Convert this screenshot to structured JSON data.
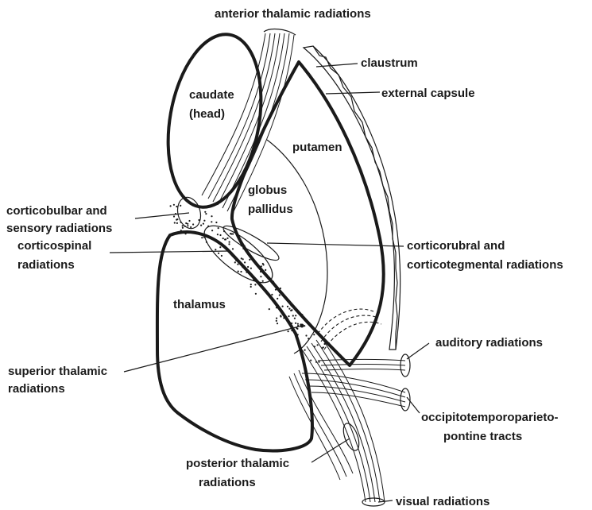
{
  "labels": {
    "anterior_thalamic": "anterior thalamic radiations",
    "claustrum": "claustrum",
    "external_capsule": "external capsule",
    "caudate_1": "caudate",
    "caudate_2": "(head)",
    "putamen": "putamen",
    "globus_1": "globus",
    "globus_2": "pallidus",
    "corticobulbar_1": "corticobulbar and",
    "corticobulbar_2": "sensory radiations",
    "corticospinal_1": "corticospinal",
    "corticospinal_2": "radiations",
    "corticorubral_1": "corticorubral and",
    "corticorubral_2": "corticotegmental radiations",
    "thalamus": "thalamus",
    "superior_1": "superior thalamic",
    "superior_2": "radiations",
    "auditory": "auditory radiations",
    "occipito_1": "occipitotemporoparieto-",
    "occipito_2": "pontine tracts",
    "posterior_1": "posterior thalamic",
    "posterior_2": "radiations",
    "visual": "visual radiations"
  },
  "colors": {
    "ink": "#1a1a1a",
    "paper": "#ffffff"
  }
}
